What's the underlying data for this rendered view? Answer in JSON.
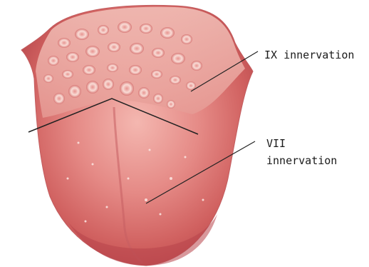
{
  "diagram": {
    "labels": {
      "ix": "IX innervation",
      "vii_line1": "VII",
      "vii_line2": "innervation"
    },
    "colors": {
      "tongue_base": "#d96a6a",
      "tongue_dark": "#b8444a",
      "tongue_light": "#f2b5b0",
      "papilla": "#f7d4cf",
      "leader_line": "#222222"
    }
  }
}
